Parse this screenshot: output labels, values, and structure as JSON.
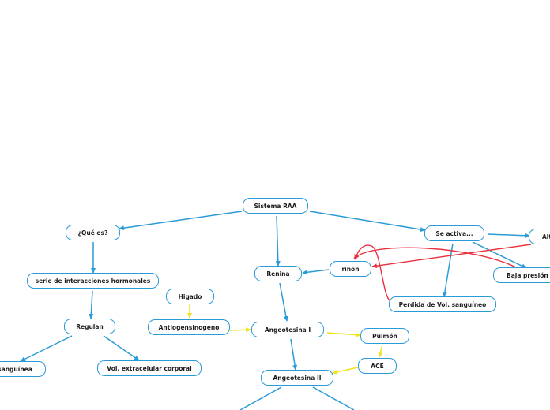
{
  "nodes": {
    "sistema_raa": "Sistema RAA",
    "que_es": "¿Qué es?",
    "serie": "serie de interacciones hormonales",
    "regulan": "Regulan",
    "presion": "sanguínea",
    "vol_extracelular": "Vol. extracelular corporal",
    "renina": "Renina",
    "higado": "Higado",
    "antiogensinogeno": "Antiogensinogeno",
    "angeotesina_1": "Angeotesina I",
    "pulmon": "Pulmón",
    "ace": "ACE",
    "angeotesina_2": "Angeotesina II",
    "rinon": "riñon",
    "se_activa": "Se activa...",
    "perdida": "Perdida de Vol. sanguíneo",
    "alt": "Alt",
    "baja_presion": "Baja presión s"
  },
  "colors": {
    "node_border": "#2a9ad8",
    "link_blue": "#2a9ad8",
    "link_yellow": "#f2e21a",
    "link_red": "#e8323f"
  }
}
